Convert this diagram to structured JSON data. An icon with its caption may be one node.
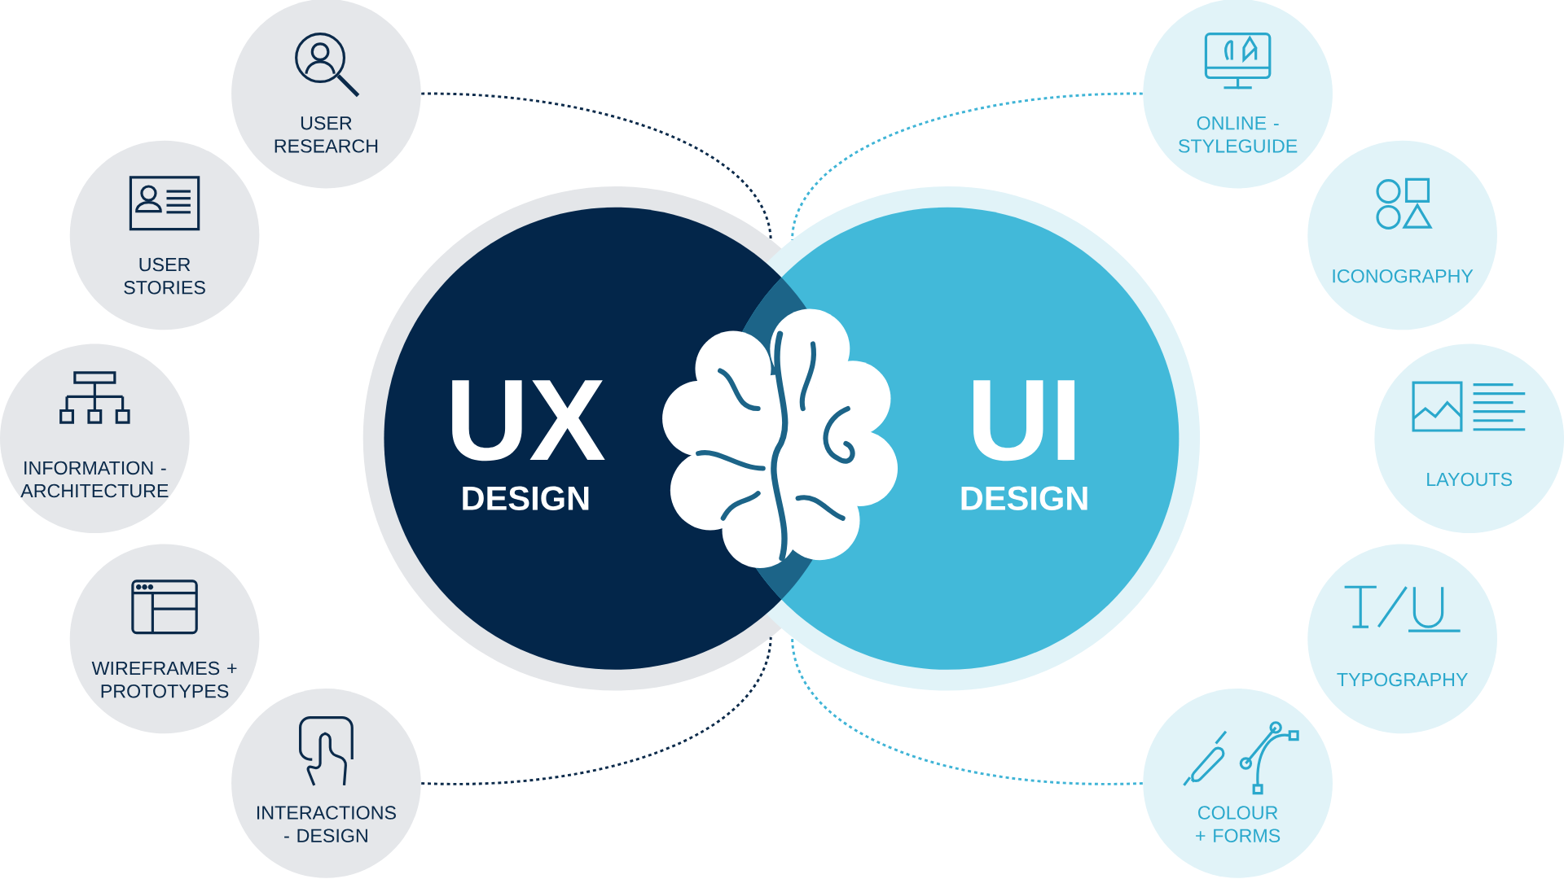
{
  "diagram": {
    "nodes": [
      {
        "text": [
          "UX",
          "DESIGN"
        ]
      },
      {
        "text": [
          "UI",
          "DESIGN"
        ]
      },
      {
        "text": [
          "USER RESEARCH"
        ]
      },
      {
        "text": [
          "USER STORIES"
        ]
      },
      {
        "text": [
          "INFORMATION - ARCHITECTURE"
        ]
      },
      {
        "text": [
          "WIREFRAMES + PROTOTYPES"
        ]
      },
      {
        "text": [
          "INTERACTIONS - DESIGN"
        ]
      },
      {
        "text": [
          "ONLINE - STYLEGUIDE"
        ]
      },
      {
        "text": [
          "ICONOGRAPHY"
        ]
      },
      {
        "text": [
          "LAYOUTS"
        ]
      },
      {
        "text": [
          "TYPOGRAPHY"
        ]
      },
      {
        "text": [
          "COLOUR + FORMS"
        ]
      }
    ],
    "edges": [
      {
        "from": 2,
        "to": 0,
        "arrow": "none",
        "style": "dashed",
        "color": "#0b2a4a"
      },
      {
        "from": 7,
        "to": 1,
        "arrow": "none",
        "style": "dashed",
        "color": "#3fb4d6"
      },
      {
        "from": 6,
        "to": 0,
        "arrow": "none",
        "style": "dashed",
        "color": "#0b2a4a"
      },
      {
        "from": 11,
        "to": 1,
        "arrow": "none",
        "style": "dashed",
        "color": "#3fb4d6"
      }
    ]
  }
}
